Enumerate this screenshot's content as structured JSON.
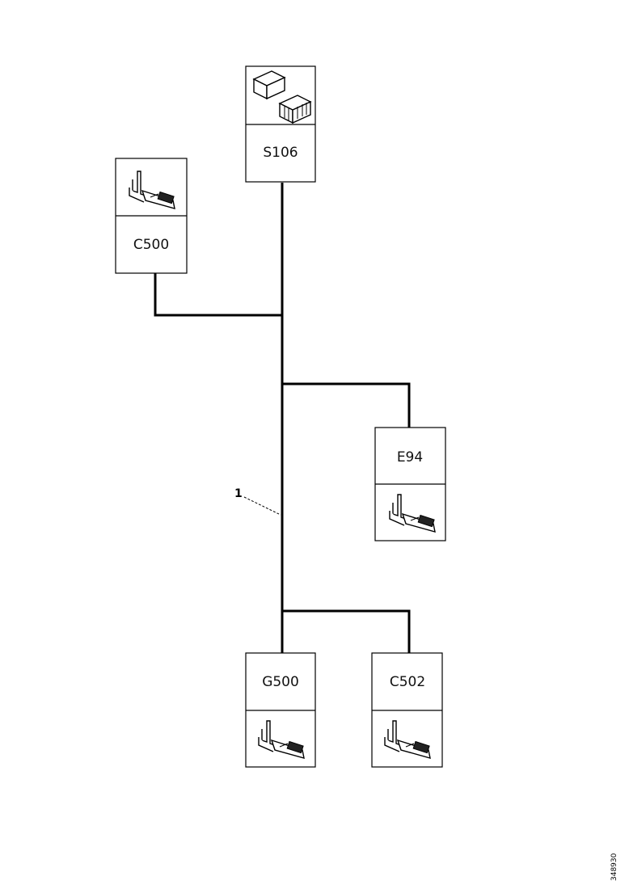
{
  "connectors": {
    "s106": {
      "label": "S106",
      "icon": "switch-block-icon"
    },
    "c500_top": {
      "label": "C500",
      "icon": "terminal-connector-icon"
    },
    "e94": {
      "label": "E94",
      "icon": "terminal-connector-icon"
    },
    "g500": {
      "label": "G500",
      "icon": "terminal-connector-icon"
    },
    "c502": {
      "label": "C502",
      "icon": "terminal-connector-icon"
    }
  },
  "harness": {
    "callout": "1"
  },
  "figure": {
    "id": "348930"
  }
}
